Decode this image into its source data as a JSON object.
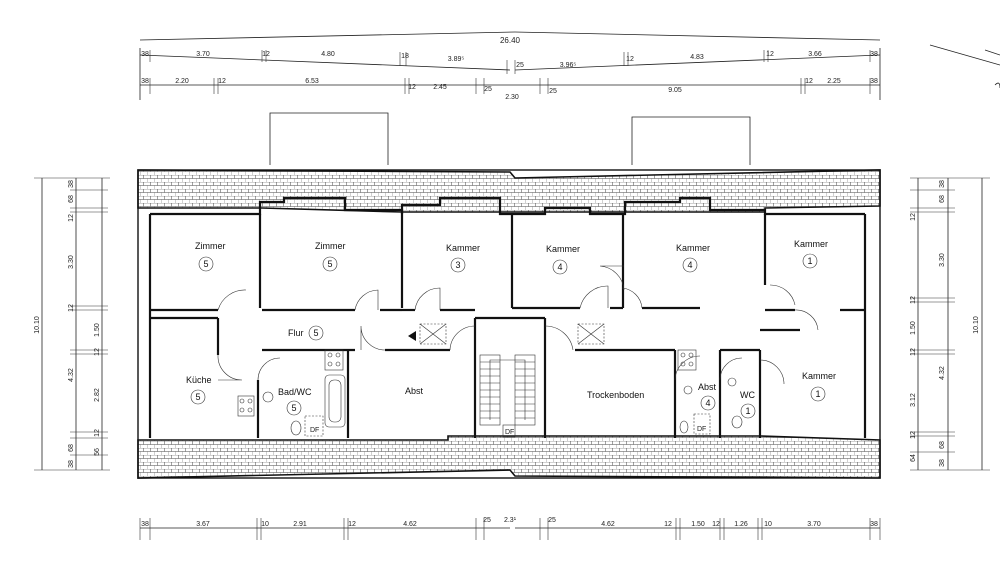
{
  "rooms": {
    "zimmer_1": {
      "label": "Zimmer",
      "number": "5"
    },
    "zimmer_2": {
      "label": "Zimmer",
      "number": "5"
    },
    "kammer_3": {
      "label": "Kammer",
      "number": "3"
    },
    "kammer_4a": {
      "label": "Kammer",
      "number": "4"
    },
    "kammer_4b": {
      "label": "Kammer",
      "number": "4"
    },
    "kammer_1a": {
      "label": "Kammer",
      "number": "1"
    },
    "flur": {
      "label": "Flur",
      "number": "5"
    },
    "kueche": {
      "label": "Küche",
      "number": "5"
    },
    "bad_wc": {
      "label": "Bad/WC",
      "number": "5"
    },
    "abst_left": {
      "label": "Abst"
    },
    "trockenboden": {
      "label": "Trockenboden"
    },
    "abst_right": {
      "label": "Abst",
      "number": "4"
    },
    "wc": {
      "label": "WC",
      "number": "1"
    },
    "kammer_1b": {
      "label": "Kammer",
      "number": "1"
    }
  },
  "fixtures": {
    "df_left": "DF",
    "df_right": "DF",
    "stair_df": "DF"
  },
  "dims_top": {
    "total": "26.40",
    "row1": [
      "38",
      "3.70",
      "12",
      "4.80",
      "18",
      "3.89⁵",
      "25",
      "3.96⁵",
      "12",
      "4.83",
      "12",
      "3.66",
      "38"
    ],
    "row2": [
      "38",
      "2.20",
      "12",
      "6.53",
      "12",
      "2.45",
      "25",
      "2.30",
      "25",
      "9.05",
      "12",
      "2.25",
      "38"
    ]
  },
  "dims_bottom": [
    "38",
    "3.67",
    "10",
    "2.91",
    "12",
    "4.62",
    "25",
    "2.3¹",
    "25",
    "4.62",
    "12",
    "1.50",
    "12",
    "1.26",
    "10",
    "3.70",
    "38"
  ],
  "dims_left": {
    "total": "10.10",
    "outer": [
      "38",
      "68",
      "12",
      "3.30",
      "12",
      "1.50",
      "12",
      "4.32",
      "2.82",
      "12",
      "68",
      "56",
      "38"
    ]
  },
  "dims_right": {
    "total": "10.10",
    "outer": [
      "38",
      "68",
      "12",
      "3.30",
      "12",
      "1.50",
      "12",
      "4.32",
      "3.12",
      "12",
      "68",
      "64",
      "38"
    ]
  }
}
